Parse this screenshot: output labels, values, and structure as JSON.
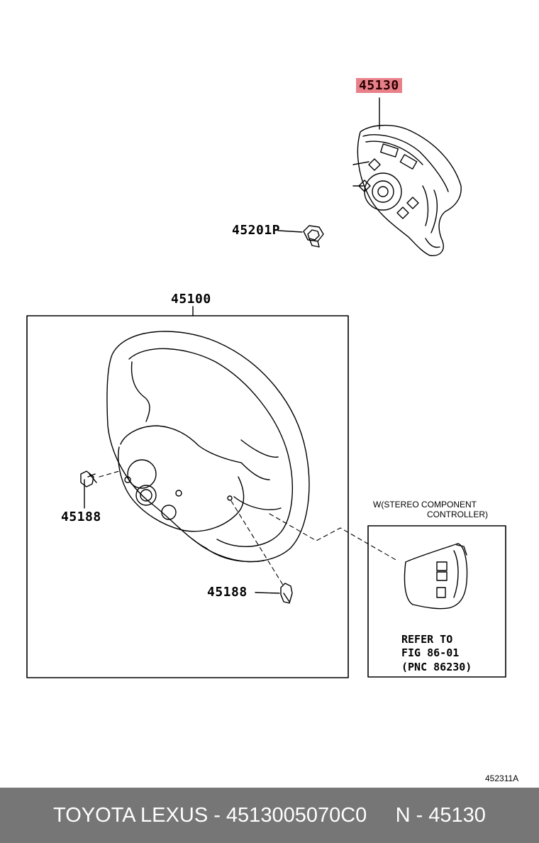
{
  "diagram": {
    "callouts": {
      "airbag": "45130",
      "nut": "45201P",
      "wheel": "45100",
      "screw_left": "45188",
      "screw_bottom": "45188"
    },
    "note_line1": "W(STEREO COMPONENT",
    "note_line2": "CONTROLLER)",
    "refer_line1": "REFER TO",
    "refer_line2": "FIG 86-01",
    "refer_line3": "(PNC 86230)",
    "figure_id": "452311A",
    "highlight_color": "#e8808a"
  },
  "footer": {
    "text": "TOYOTA LEXUS - 4513005070C0     N - 45130",
    "background": "#767676"
  }
}
